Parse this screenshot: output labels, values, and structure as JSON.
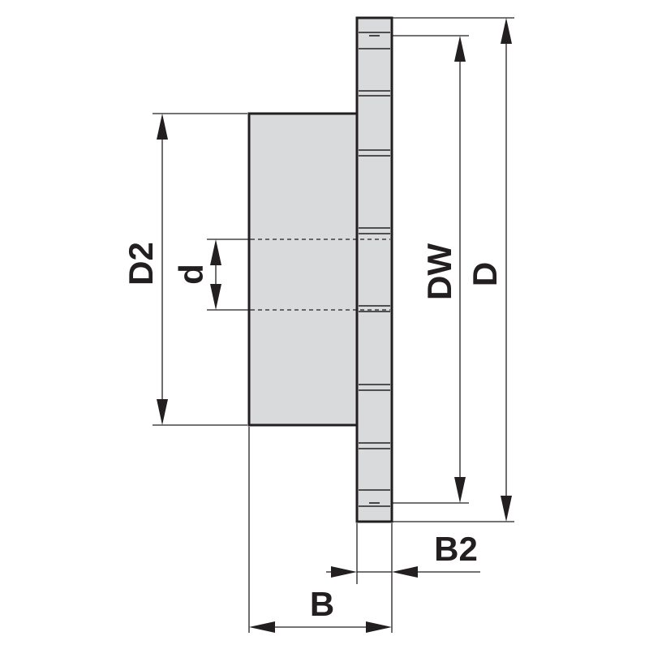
{
  "labels": {
    "d2": "D2",
    "d": "d",
    "dw": "DW",
    "d_outer": "D",
    "b": "B",
    "b2": "B2"
  },
  "colors": {
    "line": "#231f20",
    "fill": "#d9dadb",
    "background": "#ffffff"
  }
}
